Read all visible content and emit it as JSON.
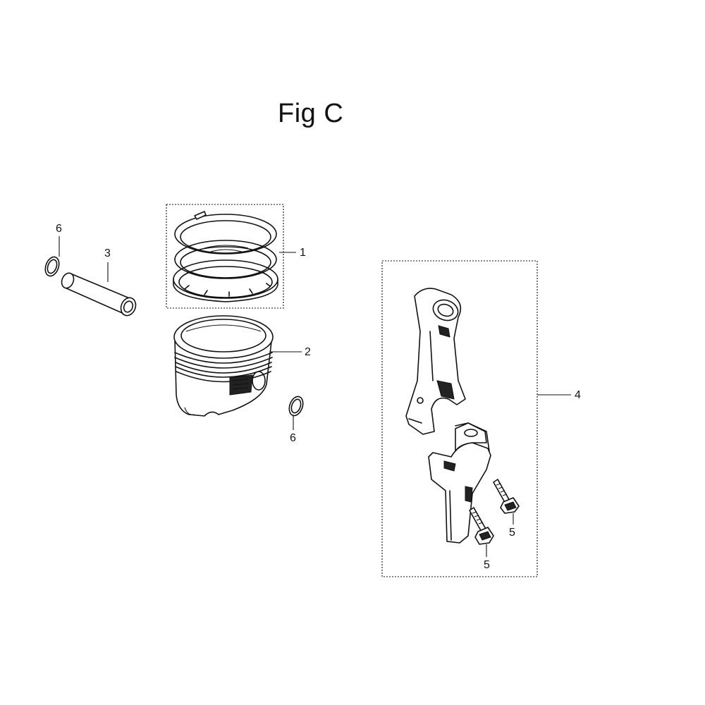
{
  "figure": {
    "title": "Fig C"
  },
  "callouts": [
    {
      "id": "1",
      "label": "1"
    },
    {
      "id": "2",
      "label": "2"
    },
    {
      "id": "3",
      "label": "3"
    },
    {
      "id": "4",
      "label": "4"
    },
    {
      "id": "5a",
      "label": "5"
    },
    {
      "id": "5b",
      "label": "5"
    },
    {
      "id": "6a",
      "label": "6"
    },
    {
      "id": "6b",
      "label": "6"
    }
  ]
}
